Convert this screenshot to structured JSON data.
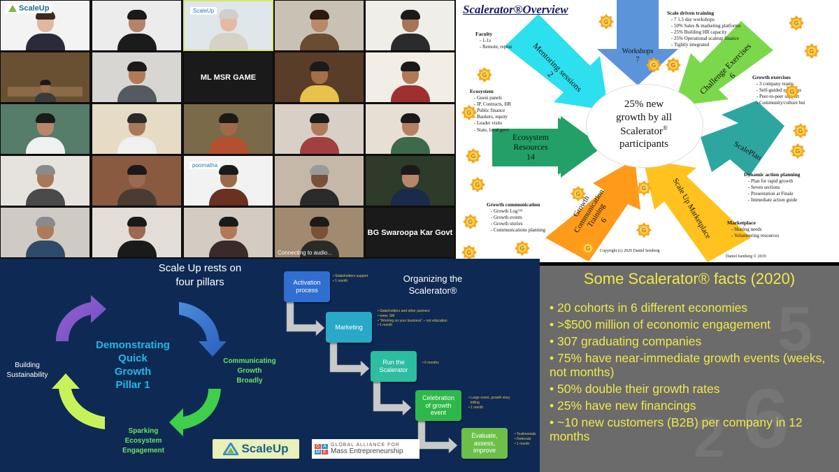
{
  "video_grid": {
    "tiles": [
      {
        "kind": "logo",
        "logo_text": "ScaleUp",
        "bg": "#f3f3f3",
        "shirt": "#2a2a3a",
        "skin": "#e0b8a0",
        "hair": "#3a2a20"
      },
      {
        "kind": "person",
        "bg": "#ececec",
        "shirt": "#1b1b1b",
        "skin": "#b5836a",
        "hair": "#1a1a1a"
      },
      {
        "kind": "person",
        "active": true,
        "bg": "#dfe7ea",
        "shirt": "#d7d2c8",
        "skin": "#e6b9a3",
        "hair": "#cfcfcf",
        "small_logo": "ScaleUp"
      },
      {
        "kind": "person",
        "bg": "#c9c2b4",
        "shirt": "#6a4c35",
        "skin": "#b88a6a",
        "hair": "#2a1a10"
      },
      {
        "kind": "person",
        "bg": "#f0eee8",
        "shirt": "#2b2b2b",
        "skin": "#a77458",
        "hair": "#1a1a1a"
      },
      {
        "kind": "room",
        "bg": "#6a5033",
        "shirt": "#3b3b3b",
        "skin": "#a0714e",
        "hair": "#1a1a1a"
      },
      {
        "kind": "person",
        "bg": "#d8d6d2",
        "shirt": "#555a60",
        "skin": "#b07a58",
        "hair": "#1a1a1a"
      },
      {
        "kind": "text",
        "text": "ML MSR GAME",
        "bg": "#1a1a1a"
      },
      {
        "kind": "person",
        "bg": "#5a3d28",
        "shirt": "#e8c24a",
        "skin": "#a3704a",
        "hair": "#1a1a1a"
      },
      {
        "kind": "person",
        "bg": "#f2ede5",
        "shirt": "#a03030",
        "skin": "#b07a58",
        "hair": "#1a1a1a"
      },
      {
        "kind": "person",
        "bg": "#567c6a",
        "shirt": "#f0f0f0",
        "skin": "#b8876a",
        "hair": "#1a1a1a"
      },
      {
        "kind": "person",
        "bg": "#e6dcc6",
        "shirt": "#f0f0f0",
        "skin": "#a87a5a",
        "hair": "#2a2a2a"
      },
      {
        "kind": "person",
        "bg": "#7a6a4a",
        "shirt": "#b45030",
        "skin": "#a06a4a",
        "hair": "#1a1a1a"
      },
      {
        "kind": "person",
        "bg": "#d8d0c6",
        "shirt": "#a04040",
        "skin": "#b07a58",
        "hair": "#1a1a1a"
      },
      {
        "kind": "person",
        "bg": "#e8dfd4",
        "shirt": "#3c6a4a",
        "skin": "#b58060",
        "hair": "#1a1a1a"
      },
      {
        "kind": "person",
        "bg": "#e6e3de",
        "shirt": "#4a4a4a",
        "skin": "#a9785a",
        "hair": "#8a8a8a"
      },
      {
        "kind": "person",
        "bg": "#8a5a40",
        "shirt": "#4a3c32",
        "skin": "#9c6a4c",
        "hair": "#1a1a1a"
      },
      {
        "kind": "person",
        "bg": "#f2f2f2",
        "shirt": "#6a3020",
        "skin": "#9a6a4a",
        "hair": "#1a1a1a",
        "small_logo": "poornatha"
      },
      {
        "kind": "person",
        "bg": "#c6b8a8",
        "shirt": "#2a2a2a",
        "skin": "#7a5038",
        "hair": "#9a9a9a"
      },
      {
        "kind": "person",
        "bg": "#2e3a2a",
        "shirt": "#1a2a4a",
        "skin": "#b8876a",
        "hair": "#1a1a1a"
      },
      {
        "kind": "person",
        "bg": "#cfcac4",
        "shirt": "#2d4a6a",
        "skin": "#b07a58",
        "hair": "#8a8a8a"
      },
      {
        "kind": "person",
        "bg": "#e2ddd6",
        "shirt": "#1a1a1a",
        "skin": "#9c6a4c",
        "hair": "#1a1a1a"
      },
      {
        "kind": "person",
        "bg": "#d4ccc2",
        "shirt": "#3a2a2a",
        "skin": "#b07a58",
        "hair": "#1a1a1a"
      },
      {
        "kind": "person",
        "bg": "#a08a70",
        "shirt": "#2a2a2a",
        "skin": "#7a5038",
        "hair": "#1a1a1a",
        "caption": "Connecting to audio..."
      },
      {
        "kind": "text",
        "text": "BG Swaroopa Kar Govt",
        "bg": "#1a1a1a"
      }
    ]
  },
  "overview": {
    "title": "Scalerator®Overview",
    "center_line1": "25% new",
    "center_line2": "growth by all",
    "center_line3": "Scalerator",
    "center_sup": "®",
    "center_line4": "participants",
    "arrows": {
      "workshops": "Workshops\n7",
      "mentoring": "Mentoring sessions\n2",
      "challenge": "Challenge Exercises\n6",
      "ecosystem": "Ecosystem\nResources\n14",
      "scaleplan": "ScalePlan",
      "growth_comm": "Growth\nCommunication\nTraining\n6",
      "marketplace": "Scale Up Marketplace"
    },
    "faculty": {
      "head": "Faculty",
      "items": [
        "1-1s",
        "Remote, repeat"
      ]
    },
    "scale_training": {
      "head": "Scale driven training",
      "items": [
        "7 1.5 day workshops",
        "50% Sales & marketing platforms",
        "25% Building HR capacity",
        "25% Operational scaleup finance",
        "Tightly integrated"
      ]
    },
    "ecosystem": {
      "head": "Ecosystem",
      "items": [
        "Guest panels",
        "IP, Contracts, HR",
        "Public finance",
        "Bankers, equity",
        "Leader visits",
        "State, local govt."
      ]
    },
    "growth_ex": {
      "head": "Growth exercises",
      "items": [
        "3 company teams",
        "Self-guided exercises",
        "Peer-to-peer support",
        "Community/culture bui"
      ]
    },
    "dynamic": {
      "head": "Dynamic action planning",
      "items": [
        "Plan for rapid growth",
        "Seven sections",
        "Presentation at Finale",
        "Immediate action guide"
      ]
    },
    "growth_comm": {
      "head": "Growth communication",
      "items": [
        "Growth Log™",
        "Growth events",
        "Growth stories",
        "Communications planning"
      ]
    },
    "marketplace": {
      "head": "Marketplace",
      "items": [
        "Sharing needs",
        "Volunteering resources"
      ]
    },
    "copyright1": "Copyright (c) 2020 Daniel Isenberg",
    "copyright2": "Daniel Isenberg © 2019",
    "badge_letter": "G",
    "colors": {
      "cyan": "#2de0ef",
      "blue": "#5b94d9",
      "green": "#7bd84a",
      "darkgreen": "#23a067",
      "teal": "#2ea6a0",
      "orange": "#ff9a1a",
      "yellow": "#ffc21f",
      "badge": "#f5a623"
    }
  },
  "pillars": {
    "title1": "Scale Up  rests on",
    "title2": "four pillars",
    "center": "Demonstrating\nQuick\nGrowth\nPillar 1",
    "communicating": "Communicating\nGrowth\nBroadly",
    "sparking": "Sparking\nEcosystem\nEngagement",
    "building": "Building\nSustainability",
    "org_title1": "Organizing the",
    "org_title2": "Scalerator®",
    "steps": [
      {
        "label": "Activation\nprocess",
        "color": "#2f6fd1",
        "notes": [
          "• Stakeholders support",
          "• 1 month"
        ]
      },
      {
        "label": "Marketing",
        "color": "#2aa8c8",
        "notes": [
          "• Stakeholders and other partners",
          "• www; SM",
          "• \"Working on your business\" – not education",
          "• 1 month"
        ]
      },
      {
        "label": "Run the\nScalerator",
        "color": "#2dbda0",
        "notes": [
          "• 6 months"
        ]
      },
      {
        "label": "Celebration\nof growth\nevent",
        "color": "#2fb84a",
        "notes": [
          "• Large event, growth story",
          "  telling",
          "• 1 month"
        ]
      },
      {
        "label": "Evaluate,\nassess,\nimprove",
        "color": "#6cc04a",
        "notes": [
          "• Testimonials",
          "• Referrals",
          "• 1 month"
        ]
      }
    ],
    "scaleup_logo": "ScaleUp",
    "game_letters": [
      "G",
      "A",
      "M",
      "E"
    ],
    "game_line1": "GLOBAL ALLIANCE FOR",
    "game_line2": "Mass Entrepreneurship"
  },
  "facts": {
    "title": "Some Scalerator® facts (2020)",
    "items": [
      "20 cohorts in 6 different economies",
      ">$500 million of economic engagement",
      "307 graduating companies",
      "75% have near-immediate growth events (weeks, not months)",
      "50% double their growth rates",
      "25% have new financings",
      "~10 new customers (B2B) per company in 12 months"
    ],
    "text_color": "#f1e94a"
  }
}
